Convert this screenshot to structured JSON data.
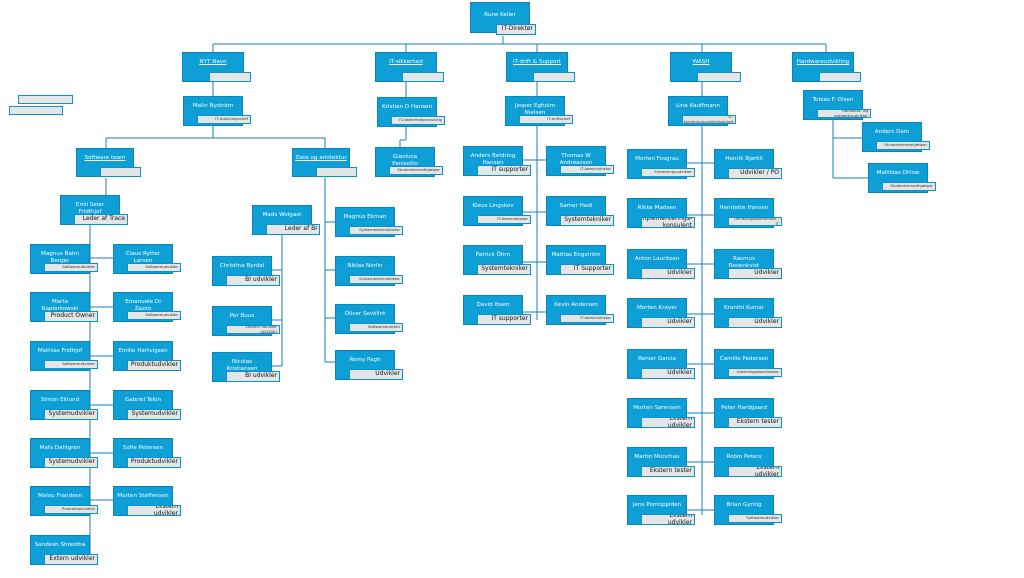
{
  "root": {
    "name": "Rune Keller",
    "title": "IT-Direktør"
  },
  "departments": [
    "NYT Navn",
    "IT-sikkerhed",
    "IT-drift & Support",
    "WASH",
    "Hardwareudvikling",
    "Software team",
    "Data og arkitektur"
  ],
  "people": [
    {
      "name": "Malin Nyström",
      "title": "IT-Udviklingschef"
    },
    {
      "name": "Kristian D Hansen",
      "title": "IT-sikkerhedsansvarlig"
    },
    {
      "name": "Gianluca Panisotto",
      "title": "Studentermedhjælper"
    },
    {
      "name": "Jesper Egholm Nielsen",
      "title": "IT-driftschef"
    },
    {
      "name": "Lina Kauffmann",
      "title": "IT-forretningsudviklingschef"
    },
    {
      "name": "Tobias F. Olsen",
      "title": "Hardware- og netværksudvikler"
    },
    {
      "name": "Anders Dam",
      "title": "Studentermedhjælper"
    },
    {
      "name": "Matthias Ottow",
      "title": "Studentermedhjælper"
    },
    {
      "name": "Emil Seier Fridthjof",
      "title": "Leder af Trace"
    },
    {
      "name": "Magnus Bahn Berger",
      "title": "Softwareudvikler"
    },
    {
      "name": "Claus Rytter Larsen",
      "title": "Softwareudvikler"
    },
    {
      "name": "Marta Napiorkowski",
      "title": "Product Owner"
    },
    {
      "name": "Emanuele Di Zazzo",
      "title": "Softwareudvikler"
    },
    {
      "name": "Mathias Fridhjof",
      "title": "Softwareudvikler"
    },
    {
      "name": "Emilie Hartvigsen",
      "title": "Produktudvikler"
    },
    {
      "name": "Simon Eklund",
      "title": "Systemudvikler"
    },
    {
      "name": "Gabriel Tekin",
      "title": "Systemudvikler"
    },
    {
      "name": "Mats Dahlgren",
      "title": "Systemudvikler"
    },
    {
      "name": "Sofie Petersen",
      "title": "Produktudvikler"
    },
    {
      "name": "Malou Frandsen",
      "title": "Produktspecialist"
    },
    {
      "name": "Morten Steffensen",
      "title": "Ekstern udvikler"
    },
    {
      "name": "Sandesh Shrestha",
      "title": "Extern udvikler"
    },
    {
      "name": "Mads Wolgast",
      "title": "Leder af BI"
    },
    {
      "name": "Christina Byrdal",
      "title": "BI udvikler"
    },
    {
      "name": "Per Buus",
      "title": "Ekstern udvikler (AS/400)"
    },
    {
      "name": "Nicolas Kristiansen",
      "title": "BI udvikler"
    },
    {
      "name": "Magnus Ekman",
      "title": "Systemadministrator"
    },
    {
      "name": "Niklas Norlin",
      "title": "Systemadministrator"
    },
    {
      "name": "Oliver Sevklint",
      "title": "Softwarearkitekt"
    },
    {
      "name": "Remy Pagh",
      "title": "Udvikler"
    },
    {
      "name": "Anders Beldring Hansen",
      "title": "IT supporter"
    },
    {
      "name": "Thomas W Andreassen",
      "title": "IT-Administrator"
    },
    {
      "name": "Kleus Lingskov",
      "title": "IT-Administrator"
    },
    {
      "name": "Samer Hadi",
      "title": "Systemtekniker"
    },
    {
      "name": "Patrick Öhrn",
      "title": "Systemtekniker"
    },
    {
      "name": "Mattias Engström",
      "title": "IT Supporter"
    },
    {
      "name": "David Ibsen",
      "title": "IT supporter"
    },
    {
      "name": "Kevin Andersen",
      "title": "IT-Administrator"
    },
    {
      "name": "Morten Fosgrau",
      "title": "Forretningsudvikler"
    },
    {
      "name": "Henrik Bjørkli",
      "title": "Udvikler / PO"
    },
    {
      "name": "Rikke Madsen",
      "title": "Implementerings-konsulent"
    },
    {
      "name": "Henriette Hansen",
      "title": "Udviklingskoordinator - IT"
    },
    {
      "name": "Anton Lauritzen",
      "title": "Udvikler"
    },
    {
      "name": "Rasmus Rosenkvist",
      "title": "Udvikler"
    },
    {
      "name": "Morten Krayer",
      "title": "Udvikler"
    },
    {
      "name": "Kranthi Kumar",
      "title": "Udvikler"
    },
    {
      "name": "Renier Garcia",
      "title": "Udvikler"
    },
    {
      "name": "Camille Pedersen",
      "title": "Udviklingskoordinator"
    },
    {
      "name": "Morten Sørensen",
      "title": "Ekstern udvikler"
    },
    {
      "name": "Peter Hardgaard",
      "title": "Ekstern tester"
    },
    {
      "name": "Martin Münchau",
      "title": "Ekstern tester"
    },
    {
      "name": "Robin Peters",
      "title": "Ekstern udvikler"
    },
    {
      "name": "Jens Pontoppiden",
      "title": "Ekstern udvikler"
    },
    {
      "name": "Brian Gyring",
      "title": "Softwareudvikler"
    }
  ]
}
